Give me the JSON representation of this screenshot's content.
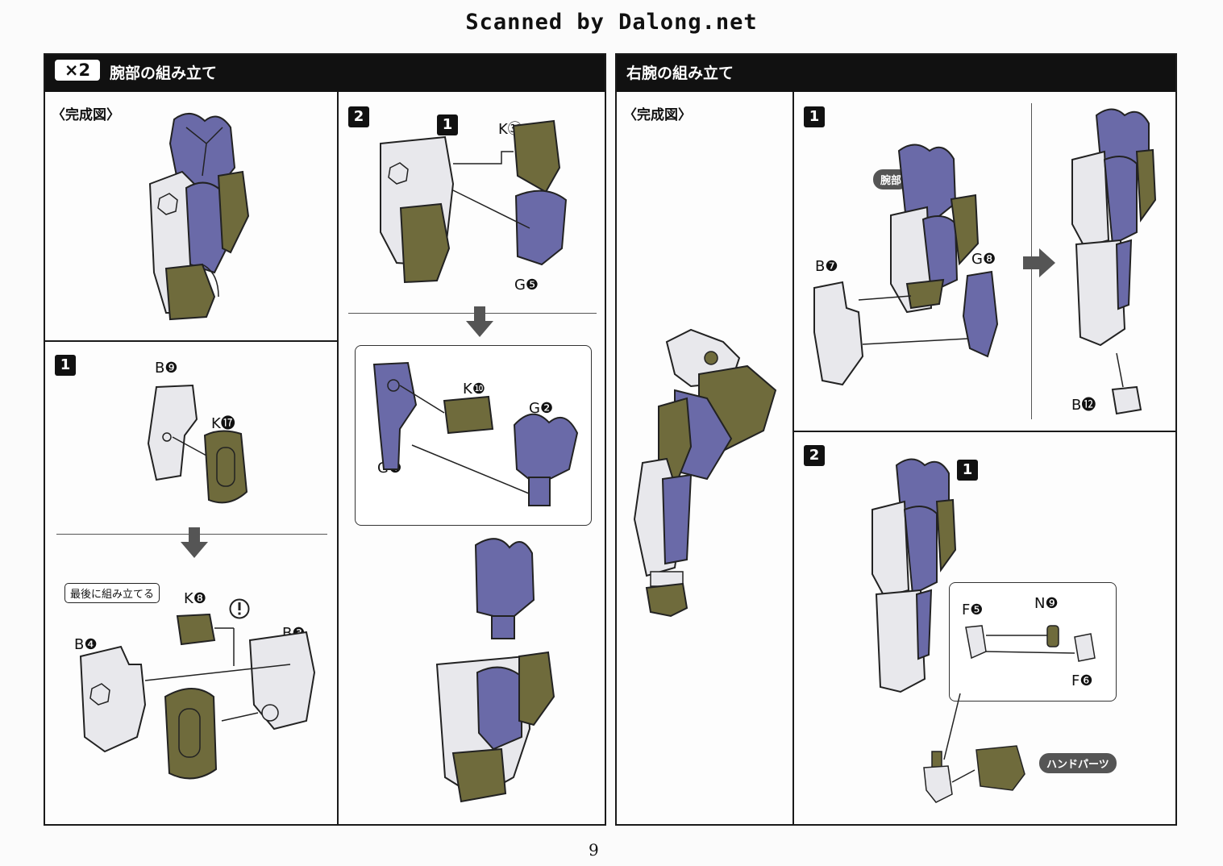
{
  "scan_header": "Scanned by Dalong.net",
  "page_number": "9",
  "left_section": {
    "multiplier": "×2",
    "title": "腕部の組み立て",
    "completed_label": "〈完成図〉",
    "step1": {
      "number": "1",
      "parts": [
        "B❾",
        "K⓱",
        "K❽",
        "B❸",
        "B❹"
      ],
      "callout": "最後に組み立てる"
    },
    "step2": {
      "number": "2",
      "sub_number": "1",
      "parts": [
        "K㉞",
        "G❺",
        "K❿",
        "G❷",
        "G❹"
      ]
    }
  },
  "right_section": {
    "title": "右腕の組み立て",
    "completed_label": "〈完成図〉",
    "step1": {
      "number": "1",
      "label_arm": "腕部",
      "parts": [
        "B❼",
        "G❽",
        "B⓬"
      ]
    },
    "step2": {
      "number": "2",
      "sub_number": "1",
      "parts": [
        "F❺",
        "N❾",
        "F❻"
      ],
      "label_hand": "ハンドパーツ"
    }
  },
  "colors": {
    "armor_purple": "#6a6aa8",
    "armor_olive": "#6f6b3c",
    "frame_white": "#e8e8ec",
    "outline": "#222222"
  }
}
